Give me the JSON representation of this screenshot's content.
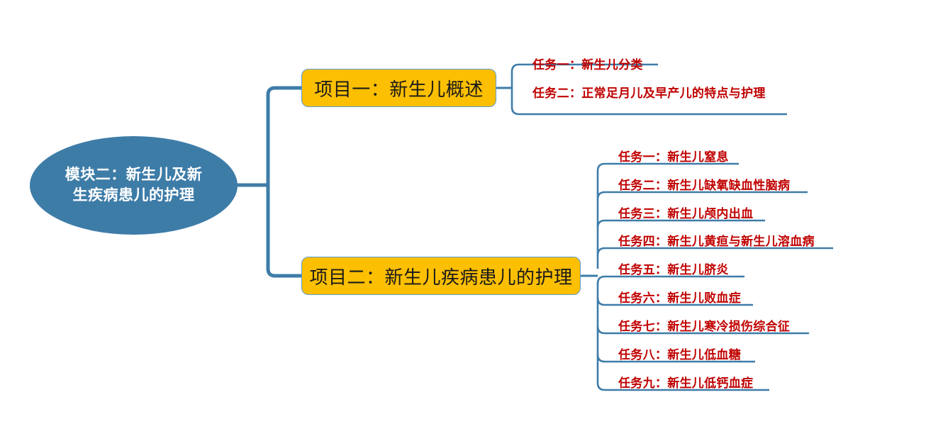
{
  "diagram": {
    "type": "mind-map",
    "colors": {
      "root_fill": "#3E7CA8",
      "root_text": "#FFFFFF",
      "project_fill": "#FCBF02",
      "project_border": "#5B9BD5",
      "project_text": "#1A1A1A",
      "task_text": "#C00000",
      "connector": "#3E7CA8",
      "background": "#FFFFFF"
    },
    "root": {
      "label_line1": "模块二：新生儿及新",
      "label_line2": "生疾病患儿的护理"
    },
    "branches": [
      {
        "project_label": "项目一：新生儿概述",
        "tasks": [
          {
            "label": "任务一：新生儿分类"
          },
          {
            "label": "任务二：正常足月儿及早产儿的特点与护理"
          }
        ]
      },
      {
        "project_label": "项目二：新生儿疾病患儿的护理",
        "tasks": [
          {
            "label": "任务一：新生儿窒息"
          },
          {
            "label": "任务二：新生儿缺氧缺血性脑病"
          },
          {
            "label": "任务三：新生儿颅内出血"
          },
          {
            "label": "任务四：新生儿黄疸与新生儿溶血病"
          },
          {
            "label": "任务五：新生儿脐炎"
          },
          {
            "label": "任务六：新生儿败血症"
          },
          {
            "label": "任务七：新生儿寒冷损伤综合征"
          },
          {
            "label": "任务八：新生儿低血糖"
          },
          {
            "label": "任务九：新生儿低钙血症"
          }
        ]
      }
    ]
  }
}
